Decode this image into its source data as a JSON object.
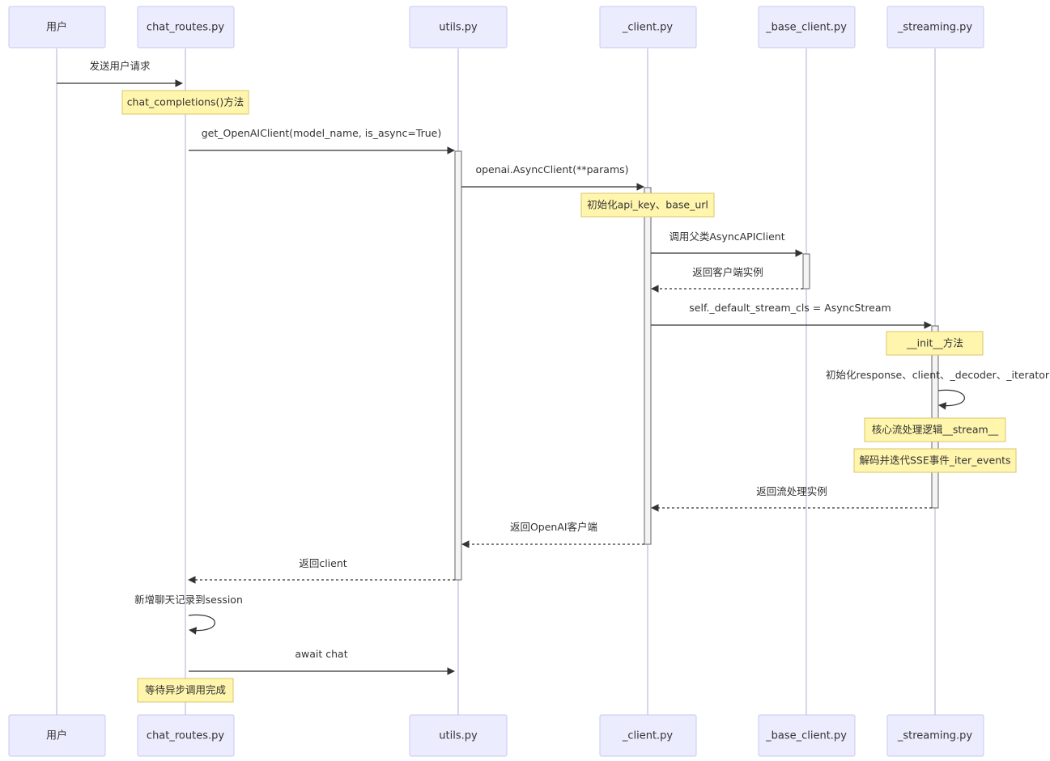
{
  "participants": [
    {
      "id": "user",
      "label": "用户"
    },
    {
      "id": "routes",
      "label": "chat_routes.py"
    },
    {
      "id": "utils",
      "label": "utils.py"
    },
    {
      "id": "client",
      "label": "_client.py"
    },
    {
      "id": "base",
      "label": "_base_client.py"
    },
    {
      "id": "streaming",
      "label": "_streaming.py"
    }
  ],
  "messages": [
    {
      "label": "发送用户请求",
      "from": "user",
      "to": "routes",
      "kind": "solid"
    },
    {
      "label": "get_OpenAIClient(model_name, is_async=True)",
      "from": "routes",
      "to": "utils",
      "kind": "solid"
    },
    {
      "label": "openai.AsyncClient(**params)",
      "from": "utils",
      "to": "client",
      "kind": "solid"
    },
    {
      "label": "调用父类AsyncAPIClient",
      "from": "client",
      "to": "base",
      "kind": "solid"
    },
    {
      "label": "返回客户端实例",
      "from": "base",
      "to": "client",
      "kind": "dashed"
    },
    {
      "label": "self._default_stream_cls = AsyncStream",
      "from": "client",
      "to": "streaming",
      "kind": "solid"
    },
    {
      "label": "初始化response、client、_decoder、_iterator",
      "from": "streaming",
      "to": "streaming",
      "kind": "self"
    },
    {
      "label": "返回流处理实例",
      "from": "streaming",
      "to": "client",
      "kind": "dashed"
    },
    {
      "label": "返回OpenAI客户端",
      "from": "client",
      "to": "utils",
      "kind": "dashed"
    },
    {
      "label": "返回client",
      "from": "utils",
      "to": "routes",
      "kind": "dashed"
    },
    {
      "label": "新增聊天记录到session",
      "from": "routes",
      "to": "routes",
      "kind": "self"
    },
    {
      "label": "await chat",
      "from": "routes",
      "to": "utils",
      "kind": "solid"
    }
  ],
  "notes": [
    {
      "label": "chat_completions()方法",
      "over": "routes"
    },
    {
      "label": "初始化api_key、base_url",
      "over": "client"
    },
    {
      "label": "__init__方法",
      "over": "streaming"
    },
    {
      "label": "核心流处理逻辑__stream__",
      "over": "streaming"
    },
    {
      "label": "解码并迭代SSE事件_iter_events",
      "over": "streaming"
    },
    {
      "label": "等待异步调用完成",
      "over": "routes"
    }
  ]
}
